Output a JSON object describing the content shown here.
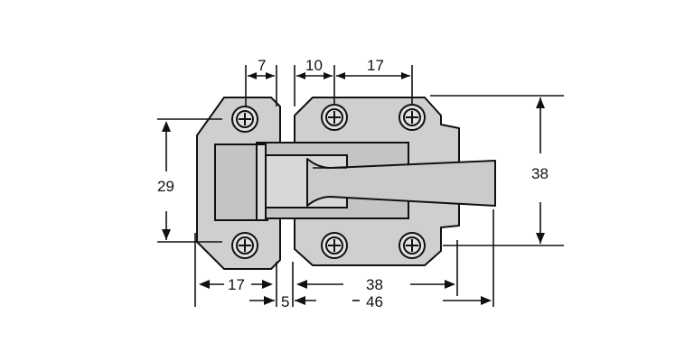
{
  "dimensions": {
    "left_height": "29",
    "right_height": "38",
    "top_offset": "7",
    "top_gap": "10",
    "top_spacing": "17",
    "bottom_left": "17",
    "bottom_gap": "5",
    "bottom_inner": "38",
    "bottom_total": "46"
  }
}
